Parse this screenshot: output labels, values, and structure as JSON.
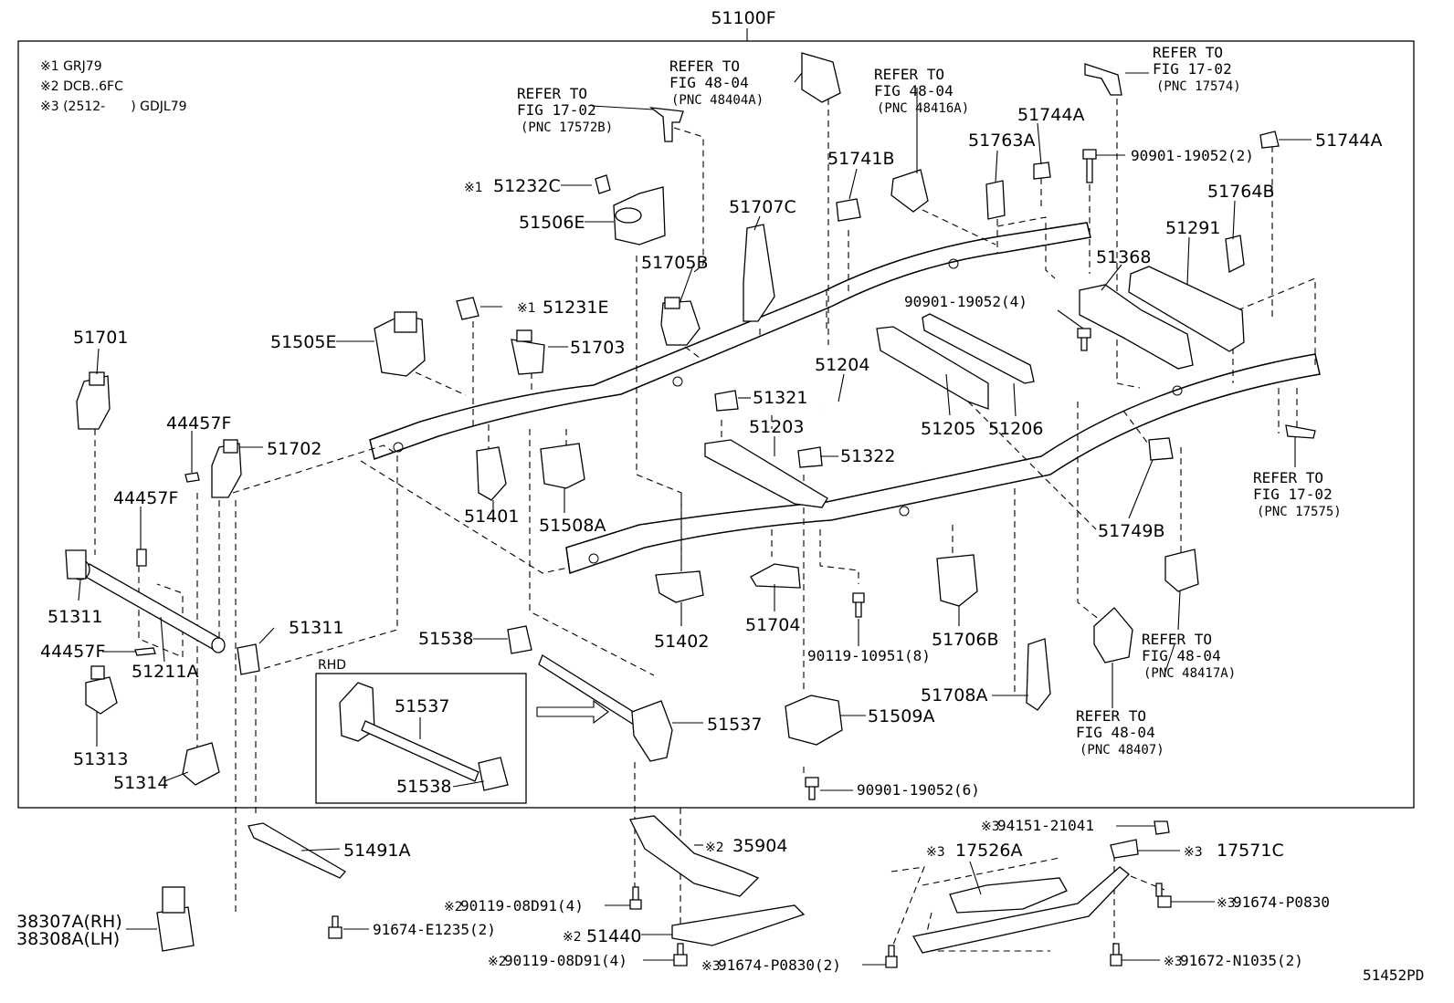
{
  "diagram": {
    "title": "51100F",
    "figure_code": "51452PD",
    "notes": [
      "※1 GRJ79",
      "※2 DCB..6FC",
      "※3 (2512-　　) GDJL79"
    ],
    "inset_label": "RHD",
    "references": [
      {
        "line1": "REFER TO",
        "line2": "FIG 17-02",
        "line3": "(PNC 17572B)"
      },
      {
        "line1": "REFER TO",
        "line2": "FIG 48-04",
        "line3": "(PNC 48404A)"
      },
      {
        "line1": "REFER TO",
        "line2": "FIG 48-04",
        "line3": "(PNC 48416A)"
      },
      {
        "line1": "REFER TO",
        "line2": "FIG 17-02",
        "line3": "(PNC 17574)"
      },
      {
        "line1": "REFER TO",
        "line2": "FIG 17-02",
        "line3": "(PNC 17575)"
      },
      {
        "line1": "REFER TO",
        "line2": "FIG 48-04",
        "line3": "(PNC 48417A)"
      },
      {
        "line1": "REFER TO",
        "line2": "FIG 48-04",
        "line3": "(PNC 48407)"
      }
    ],
    "parts": [
      "51232C",
      "51506E",
      "51231E",
      "51505E",
      "51703",
      "51705B",
      "51707C",
      "51741B",
      "51744A",
      "51763A",
      "90901-19052(2)",
      "51744A",
      "51764B",
      "51291",
      "51368",
      "90901-19052(4)",
      "51204",
      "51321",
      "51203",
      "51322",
      "51205",
      "51206",
      "51701",
      "44457F",
      "51702",
      "44457F",
      "51311",
      "51211A",
      "44457F",
      "51311",
      "51313",
      "51314",
      "51401",
      "51508A",
      "51749B",
      "51402",
      "51704",
      "90119-10951(8)",
      "51706B",
      "51708A",
      "51538",
      "51537",
      "51537",
      "51538",
      "51509A",
      "90901-19052(6)",
      "51491A",
      "38307A(RH)",
      "38308A(LH)",
      "91674-E1235(2)",
      "35904",
      "90119-08D91(4)",
      "51440",
      "90119-08D91(4)",
      "91674-P0830(2)",
      "94151-21041",
      "17526A",
      "17571C",
      "91674-P0830",
      "91672-N1035(2)"
    ],
    "marks": [
      "※1",
      "※1",
      "※2",
      "※2",
      "※2",
      "※3",
      "※3",
      "※3",
      "※3",
      "※3",
      "※3"
    ]
  }
}
